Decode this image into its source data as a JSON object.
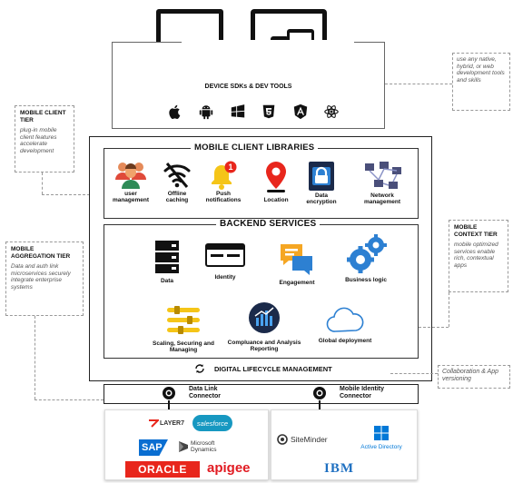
{
  "devices": {
    "heading": "DEVICE SDKs & DEV TOOLS"
  },
  "platform_icons": [
    "apple-icon",
    "android-icon",
    "windows-icon",
    "html5-icon",
    "angular-icon",
    "react-icon"
  ],
  "notes": {
    "dev_tools": "use any native, hybrid, or web development tools and skills",
    "client_tier_title": "MOBILE CLIENT TIER",
    "client_tier": "plug-in mobile client features accelerate development",
    "aggregation_title": "MOBILE AGGREGATION TIER",
    "aggregation": "Data and auth link microservices securely integrate enterprise systems",
    "context_title": "MOBILE CONTEXT TIER",
    "context": "mobile optimized services enable rich, contextual apps",
    "collaboration": "Collaboration & App versioning"
  },
  "client_libraries": {
    "title": "MOBILE CLIENT LIBRARIES",
    "items": [
      "user management",
      "Offline caching",
      "Push notifications",
      "Location",
      "Data encryption",
      "Network management"
    ],
    "push_badge": "1"
  },
  "backend": {
    "title": "BACKEND SERVICES",
    "items": [
      "Data",
      "Identity",
      "Engagement",
      "Business logic",
      "Scaling, Securing and Managing",
      "Compluance and Analysis Reporting",
      "Global deployment"
    ]
  },
  "lifecycle": "DIGITAL LIFECYCLE MANAGEMENT",
  "connectors": {
    "data_link": "Data Link Connector",
    "identity": "Mobile Identity Connector"
  },
  "data_logos": [
    "LAYER7",
    "salesforce",
    "SAP",
    "Microsoft Dynamics",
    "ORACLE",
    "apigee"
  ],
  "identity_logos": [
    "SiteMinder",
    "Active Directory",
    "IBM"
  ],
  "colors": {
    "oracle_red": "#e8261c",
    "apigee_red": "#e11b22",
    "salesforce_blue": "#1798c1",
    "sap_blue": "#0a6ed1",
    "ibm_blue": "#1f70c1",
    "windows_blue": "#0078d7"
  }
}
